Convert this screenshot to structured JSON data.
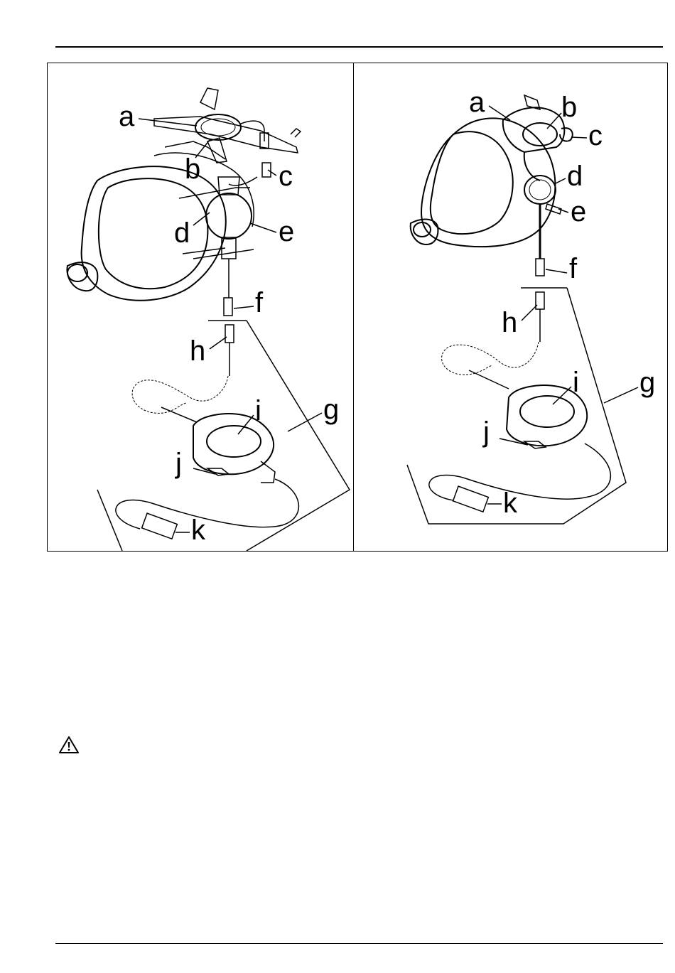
{
  "figure": {
    "left_panel": {
      "description_kind": "full face mask with headband-mounted microphone assembly",
      "labels": [
        "a",
        "b",
        "c",
        "d",
        "e",
        "f",
        "g",
        "h",
        "i",
        "j",
        "k"
      ]
    },
    "right_panel": {
      "description_kind": "full face mask with head harness-mounted microphone assembly",
      "labels": [
        "a",
        "b",
        "c",
        "d",
        "e",
        "f",
        "g",
        "h",
        "i",
        "j",
        "k"
      ]
    }
  },
  "icons": {
    "warning": "warning-triangle-icon"
  }
}
